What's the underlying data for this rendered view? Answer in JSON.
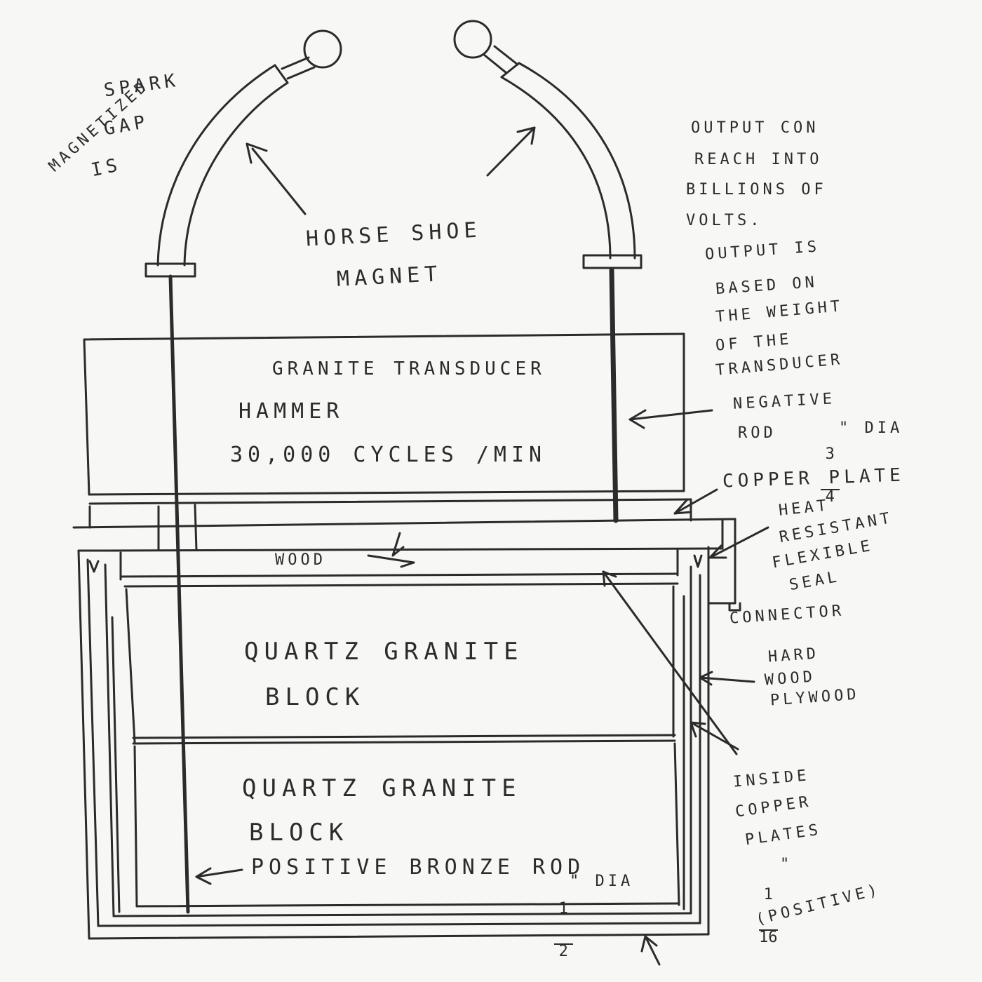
{
  "labels": {
    "spark_gap": [
      "SPARK",
      "GAP",
      "IS",
      "MAGNETIZED"
    ],
    "horse_shoe": [
      "HORSE SHOE",
      "MAGNET"
    ],
    "output_reach": [
      "OUTPUT CON",
      "REACH INTO",
      "BILLIONS OF",
      "VOLTS."
    ],
    "output_based": [
      "OUTPUT IS",
      "BASED ON",
      "THE WEIGHT",
      "OF THE",
      "TRANSDUCER"
    ],
    "granite_transducer": [
      "GRANITE TRANSDUCER",
      "HAMMER",
      "30,000 CYCLES /MIN"
    ],
    "negative_rod": [
      "NEGATIVE",
      "ROD",
      "\" DIA"
    ],
    "negative_rod_fraction": [
      "3",
      "4"
    ],
    "copper_plate": "COPPER PLATE",
    "heat_seal": [
      "HEAT",
      "RESISTANT",
      "FLEXIBLE",
      "SEAL"
    ],
    "wood": "WOOD",
    "connector": "CONNECTOR",
    "quartz_block_1": [
      "QUARTZ GRANITE",
      "BLOCK"
    ],
    "hard_wood": [
      "HARD",
      "WOOD",
      "PLYWOOD"
    ],
    "quartz_block_2": [
      "QUARTZ GRANITE",
      "BLOCK"
    ],
    "positive_rod": [
      "POSITIVE BRONZE ROD",
      "\" DIA"
    ],
    "positive_rod_fraction": [
      "1",
      "2"
    ],
    "inside_copper": [
      "INSIDE",
      "COPPER",
      "PLATES",
      "\"",
      "(POSITIVE)"
    ],
    "inside_copper_fraction": [
      "1",
      "16"
    ]
  },
  "colors": {
    "ink": "#2b2b2b",
    "paper": "#f7f7f5"
  }
}
